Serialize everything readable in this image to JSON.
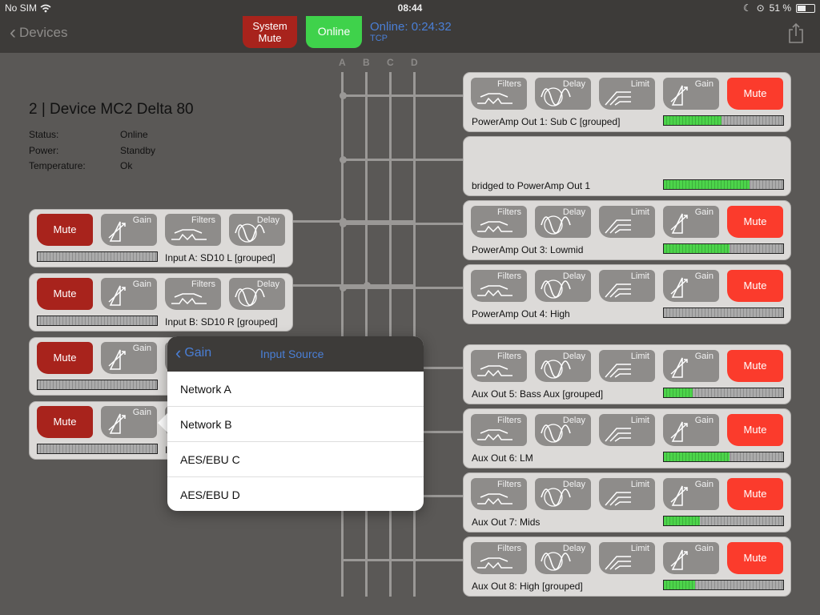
{
  "status_bar": {
    "carrier": "No SIM",
    "time": "08:44",
    "battery": "51 %",
    "battery_level": 0.51
  },
  "nav": {
    "back_label": "Devices",
    "system_mute_label": "System Mute",
    "online_label": "Online",
    "online_time": "Online: 0:24:32",
    "connection": "TCP"
  },
  "device": {
    "title": "2 | Device MC2 Delta 80",
    "status_label": "Status:",
    "status_value": "Online",
    "power_label": "Power:",
    "power_value": "Standby",
    "temperature_label": "Temperature:",
    "temperature_value": "Ok"
  },
  "buses": [
    "A",
    "B",
    "C",
    "D"
  ],
  "buttons": {
    "mute": "Mute",
    "gain": "Gain",
    "filters": "Filters",
    "delay": "Delay",
    "limit": "Limit"
  },
  "inputs": [
    {
      "label": "Input A: SD10 L [grouped]",
      "meter_level": 0
    },
    {
      "label": "Input B: SD10 R [grouped]",
      "meter_level": 0
    },
    {
      "label": "",
      "meter_level": 0
    },
    {
      "label": "I",
      "meter_level": 0
    }
  ],
  "outputs": [
    {
      "label": "PowerAmp Out 1: Sub C [grouped]",
      "meter_level": 0.48,
      "bridged": false
    },
    {
      "label": "bridged to PowerAmp Out 1",
      "meter_level": 0.72,
      "bridged": true
    },
    {
      "label": "PowerAmp Out 3: Lowmid",
      "meter_level": 0.55,
      "bridged": false
    },
    {
      "label": "PowerAmp Out 4: High",
      "meter_level": 0.0,
      "bridged": false
    },
    {
      "label": "Aux Out 5: Bass Aux [grouped]",
      "meter_level": 0.24,
      "bridged": false
    },
    {
      "label": "Aux Out 6: LM",
      "meter_level": 0.55,
      "bridged": false
    },
    {
      "label": "Aux Out 7: Mids",
      "meter_level": 0.3,
      "bridged": false
    },
    {
      "label": "Aux Out 8: High [grouped]",
      "meter_level": 0.26,
      "bridged": false
    }
  ],
  "popover": {
    "back_label": "Gain",
    "title": "Input Source",
    "options": [
      "Network A",
      "Network B",
      "AES/EBU C",
      "AES/EBU D"
    ]
  },
  "colors": {
    "background": "#5a5856",
    "mute_active": "#fb3b2c",
    "mute_input": "#a8231c",
    "online": "#3fd24b",
    "accent": "#4a7fd6",
    "meter_level": "#4cd44a"
  },
  "icons": {
    "back": "chevron-left-icon",
    "share": "share-icon",
    "wifi": "wifi-icon",
    "gain": "gain-icon",
    "filters": "filters-icon",
    "delay": "delay-icon",
    "limit": "limiter-icon"
  }
}
